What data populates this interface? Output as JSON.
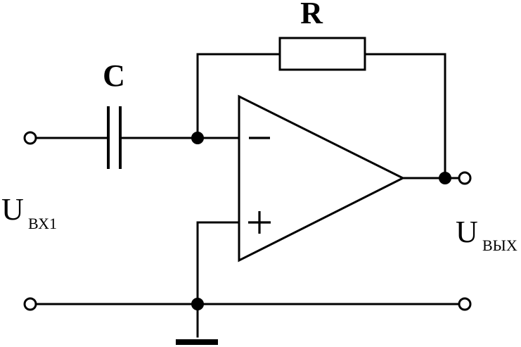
{
  "labels": {
    "resistor": "R",
    "capacitor": "C",
    "input_main": "U",
    "input_sub": "ВХ1",
    "output_main": "U",
    "output_sub": "ВЫХ"
  },
  "symbols": {
    "inverting_input": "minus",
    "noninverting_input": "plus"
  },
  "colors": {
    "line": "#000000",
    "background": "#ffffff"
  }
}
